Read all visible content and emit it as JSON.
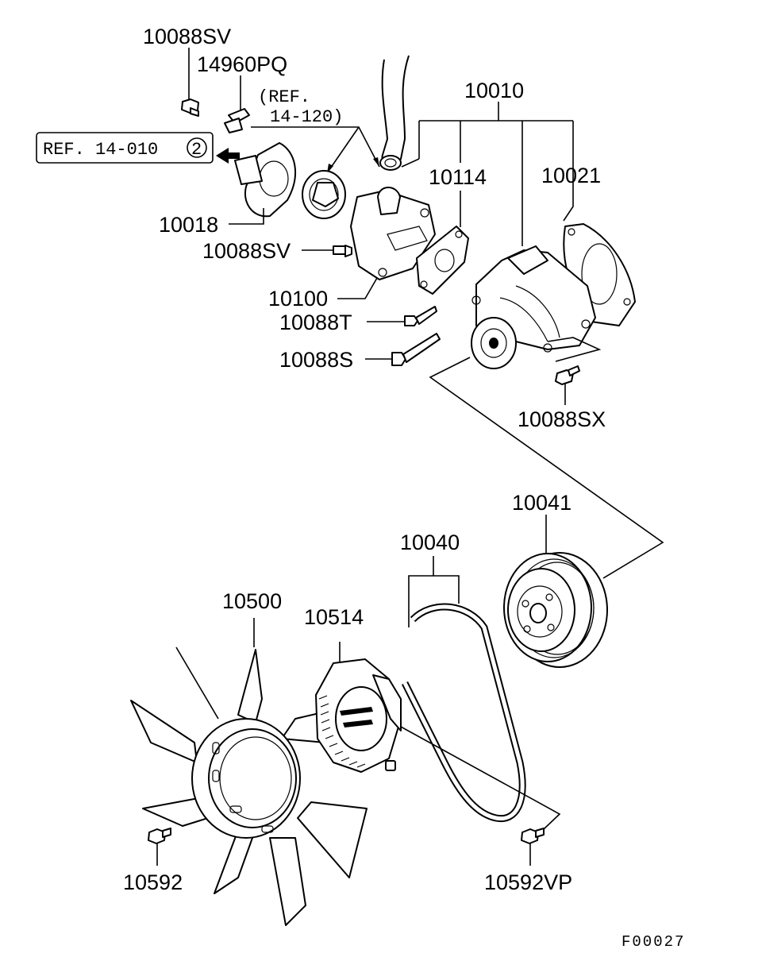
{
  "diagram": {
    "labels": {
      "p10088SV_top": "10088SV",
      "p14960PQ": "14960PQ",
      "ref14120_line1": "(REF.",
      "ref14120_line2": "14-120)",
      "ref14010": "REF. 14-010",
      "ref14010_circle": "2",
      "p10018": "10018",
      "p10088SV_mid": "10088SV",
      "p10100": "10100",
      "p10010": "10010",
      "p10114": "10114",
      "p10021": "10021",
      "p10088T": "10088T",
      "p10088S": "10088S",
      "p10088SX": "10088SX",
      "p10041": "10041",
      "p10040": "10040",
      "p10500": "10500",
      "p10514": "10514",
      "p10592": "10592",
      "p10592VP": "10592VP",
      "figure_code": "F00027"
    }
  }
}
